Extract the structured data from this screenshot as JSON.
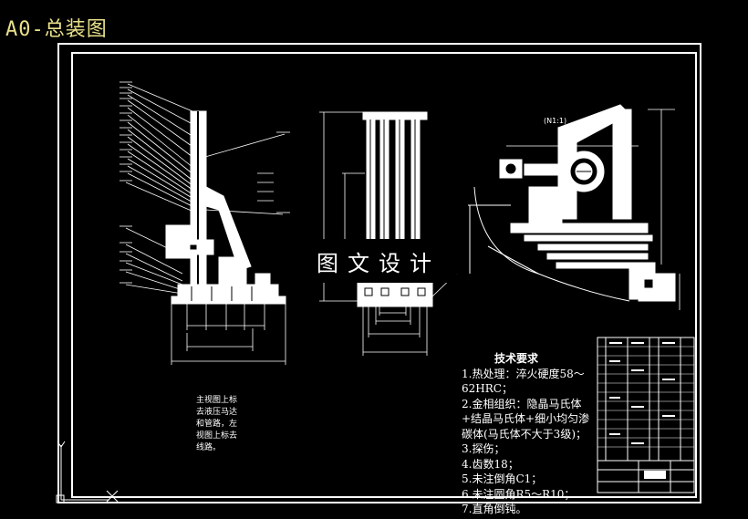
{
  "drawing_title": "A0-总装图",
  "watermark": "图文设计",
  "detail_label": "(N1:1)",
  "side_note": "主视图上标去液压马达和管路，左视图上标去线路。",
  "tech_requirements": {
    "title": "技术要求",
    "items": [
      "1.热处理：淬火硬度58～62HRC；",
      "2.金相组织：隐晶马氏体+结晶马氏体+细小均匀渗碳体(马氏体不大于3级)；",
      "3.探伤；",
      "4.齿数18；",
      "5.未注倒角C1；",
      "6.未注圆角R5～R10；",
      "7.直角倒钝。"
    ]
  },
  "colors": {
    "background": "#000000",
    "line": "#ffffff",
    "title": "#e8e08a"
  }
}
